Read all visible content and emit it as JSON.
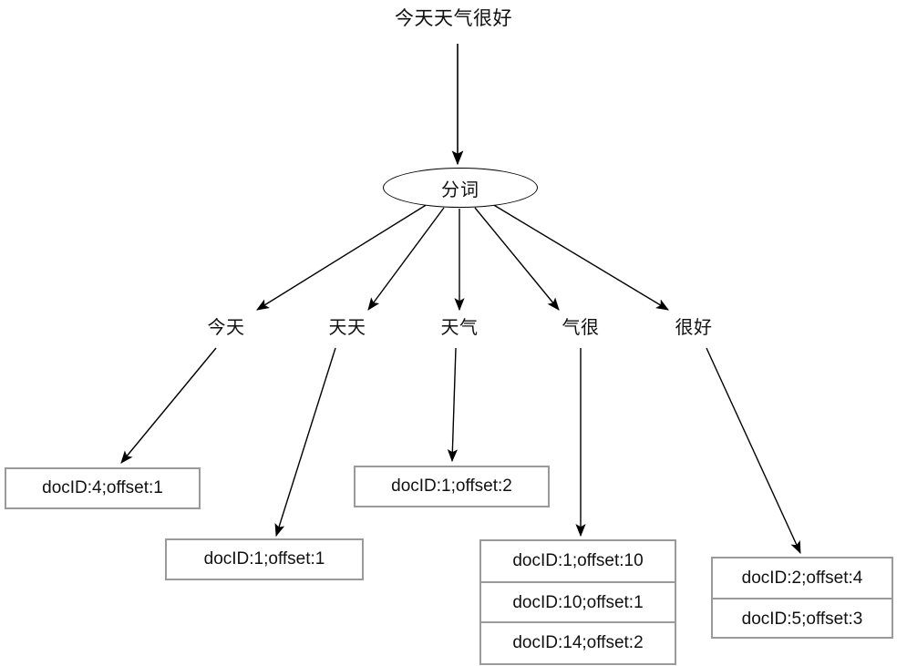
{
  "diagram": {
    "title_node": "今天天气很好",
    "process_node": "分词",
    "terms": [
      {
        "label": "今天"
      },
      {
        "label": "天天"
      },
      {
        "label": "天气"
      },
      {
        "label": "气很"
      },
      {
        "label": "很好"
      }
    ],
    "postings": [
      {
        "term": "今天",
        "rows": [
          "docID:4;offset:1"
        ]
      },
      {
        "term": "天天",
        "rows": [
          "docID:1;offset:1"
        ]
      },
      {
        "term": "天气",
        "rows": [
          "docID:1;offset:2"
        ]
      },
      {
        "term": "气很",
        "rows": [
          "docID:1;offset:10",
          "docID:10;offset:1",
          "docID:14;offset:2"
        ]
      },
      {
        "term": "很好",
        "rows": [
          "docID:2;offset:4",
          "docID:5;offset:3"
        ]
      }
    ],
    "colors": {
      "edge": "#000000",
      "box_border": "#9a9a9a",
      "ellipse_border": "#000000",
      "text": "#111111",
      "background": "#ffffff"
    }
  }
}
